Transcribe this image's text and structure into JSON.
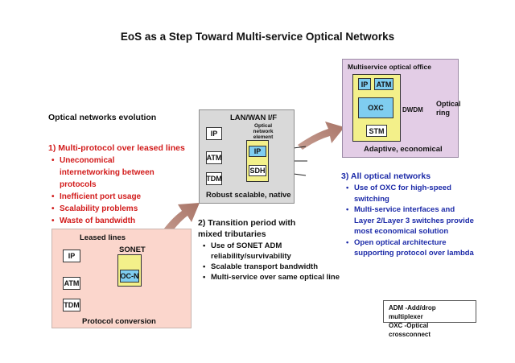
{
  "title": "EoS as a Step Toward Multi-service Optical Networks",
  "evolution_heading": "Optical networks evolution",
  "stage1": {
    "heading": "1) Multi-protocol over leased lines",
    "bullets": [
      "Uneconomical internetworking between protocols",
      "Inefficient port usage",
      "Scalability problems",
      "Waste of bandwidth"
    ],
    "panel_title": "Leased lines",
    "sonet_label": "SONET",
    "boxes": [
      "IP",
      "ATM",
      "TDM"
    ],
    "inner_box": "OC-N",
    "caption": "Protocol conversion"
  },
  "stage2": {
    "heading": "2) Transition period with mixed tributaries",
    "bullets": [
      "Use of SONET ADM reliability/survivability",
      "Scalable transport bandwidth",
      "Multi-service over same optical line"
    ],
    "panel_title": "LAN/WAN I/F",
    "one_label": "Optical network element",
    "boxes": [
      "IP",
      "ATM",
      "TDM"
    ],
    "inner_boxes": [
      "IP",
      "SDH"
    ],
    "caption": "Robust scalable, native"
  },
  "stage3": {
    "heading": "3) All optical networks",
    "bullets": [
      "Use of OXC for high-speed switching",
      "Multi-service interfaces and Layer 2/Layer 3 switches provide most economical solution",
      "Open optical architecture supporting protocol over lambda"
    ],
    "panel_title": "Multiservice optical office",
    "boxes": [
      "IP",
      "ATM",
      "OXC",
      "STM"
    ],
    "dwdm_label": "DWDM",
    "ring_label": "Optical ring",
    "caption": "Adaptive, economical"
  },
  "legend": [
    "ADM -Add/drop multiplexer",
    "OXC -Optical crossconnect"
  ],
  "colors": {
    "red_text": "#d21b1b",
    "blue_text": "#1c2aa8",
    "leased_fill": "#fbd6cc",
    "lanwan_fill": "#d9d9d9",
    "msoe_fill": "#e3cde6",
    "yellow_fill": "#f3f08a",
    "cyan_fill": "#7fcdf0",
    "arrow_fill": "#b38476"
  }
}
